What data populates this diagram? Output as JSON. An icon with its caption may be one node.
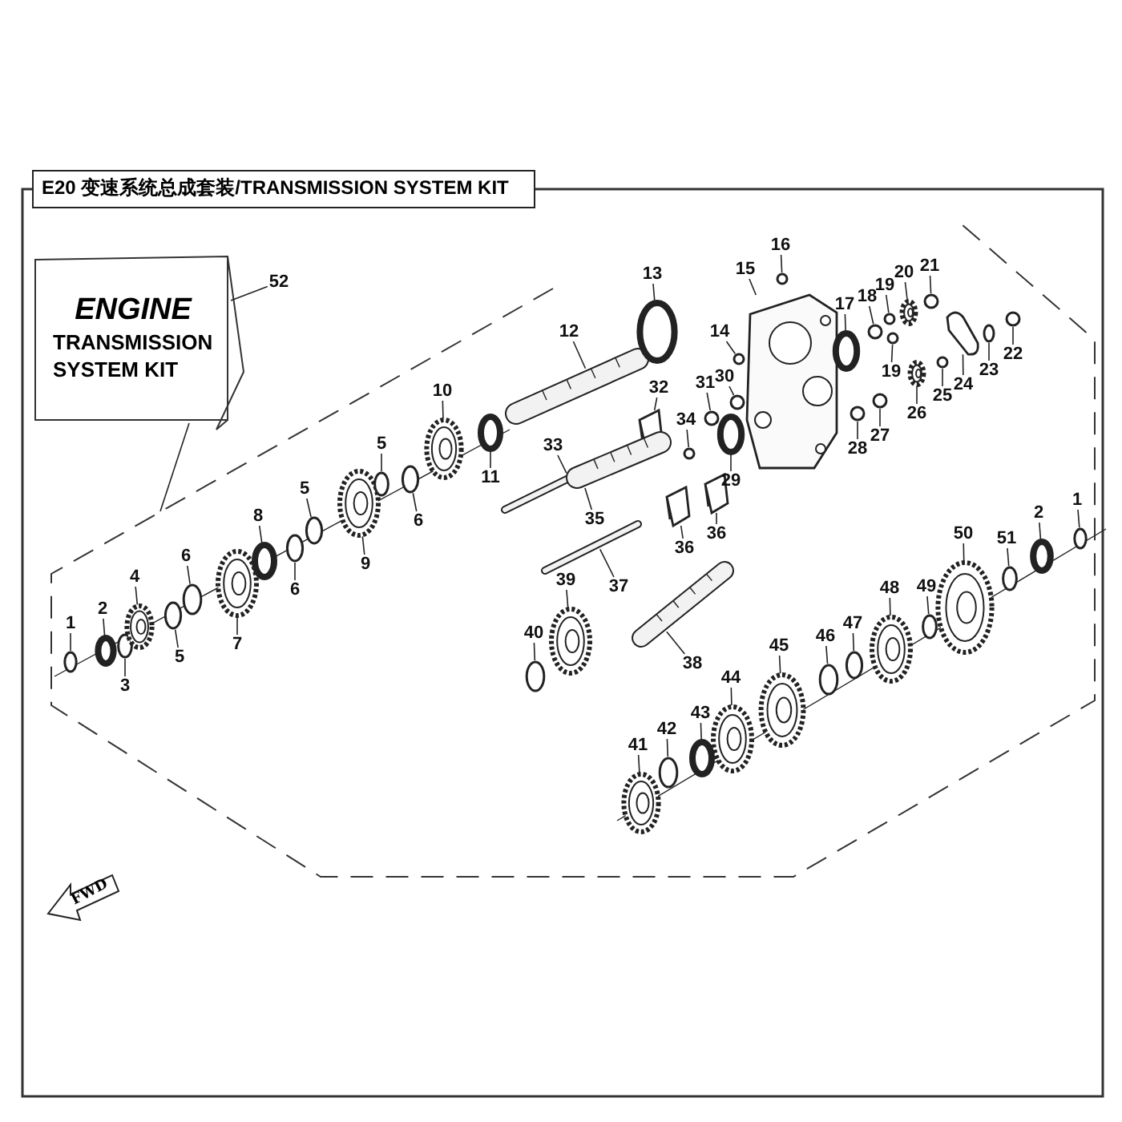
{
  "diagram": {
    "title": "E20 变速系统总成套装/TRANSMISSION SYSTEM KIT",
    "nodes": [
      {
        "text": [
          "ENGINE",
          "TRANSMISSION SYSTEM KIT"
        ]
      },
      {
        "text": [
          "52"
        ]
      },
      {
        "text": [
          "1"
        ]
      },
      {
        "text": [
          "2"
        ]
      },
      {
        "text": [
          "3"
        ]
      },
      {
        "text": [
          "4"
        ]
      },
      {
        "text": [
          "5"
        ]
      },
      {
        "text": [
          "6"
        ]
      },
      {
        "text": [
          "7"
        ]
      },
      {
        "text": [
          "8"
        ]
      },
      {
        "text": [
          "6"
        ]
      },
      {
        "text": [
          "5"
        ]
      },
      {
        "text": [
          "9"
        ]
      },
      {
        "text": [
          "5"
        ]
      },
      {
        "text": [
          "6"
        ]
      },
      {
        "text": [
          "10"
        ]
      },
      {
        "text": [
          "11"
        ]
      },
      {
        "text": [
          "12"
        ]
      },
      {
        "text": [
          "13"
        ]
      },
      {
        "text": [
          "14"
        ]
      },
      {
        "text": [
          "15"
        ]
      },
      {
        "text": [
          "16"
        ]
      },
      {
        "text": [
          "17"
        ]
      },
      {
        "text": [
          "18"
        ]
      },
      {
        "text": [
          "19"
        ]
      },
      {
        "text": [
          "20"
        ]
      },
      {
        "text": [
          "21"
        ]
      },
      {
        "text": [
          "19"
        ]
      },
      {
        "text": [
          "30"
        ]
      },
      {
        "text": [
          "31"
        ]
      },
      {
        "text": [
          "32"
        ]
      },
      {
        "text": [
          "34"
        ]
      },
      {
        "text": [
          "33"
        ]
      },
      {
        "text": [
          "29"
        ]
      },
      {
        "text": [
          "28"
        ]
      },
      {
        "text": [
          "27"
        ]
      },
      {
        "text": [
          "26"
        ]
      },
      {
        "text": [
          "25"
        ]
      },
      {
        "text": [
          "24"
        ]
      },
      {
        "text": [
          "23"
        ]
      },
      {
        "text": [
          "22"
        ]
      },
      {
        "text": [
          "35"
        ]
      },
      {
        "text": [
          "36"
        ]
      },
      {
        "text": [
          "36"
        ]
      },
      {
        "text": [
          "37"
        ]
      },
      {
        "text": [
          "38"
        ]
      },
      {
        "text": [
          "39"
        ]
      },
      {
        "text": [
          "40"
        ]
      },
      {
        "text": [
          "41"
        ]
      },
      {
        "text": [
          "42"
        ]
      },
      {
        "text": [
          "43"
        ]
      },
      {
        "text": [
          "44"
        ]
      },
      {
        "text": [
          "45"
        ]
      },
      {
        "text": [
          "46"
        ]
      },
      {
        "text": [
          "47"
        ]
      },
      {
        "text": [
          "48"
        ]
      },
      {
        "text": [
          "49"
        ]
      },
      {
        "text": [
          "50"
        ]
      },
      {
        "text": [
          "51"
        ]
      },
      {
        "text": [
          "2"
        ]
      },
      {
        "text": [
          "1"
        ]
      },
      {
        "text": [],
        "shape": "circle"
      },
      {
        "text": [],
        "shape": "circle"
      },
      {
        "text": [],
        "shape": "circle"
      },
      {
        "text": [],
        "shape": "picture"
      },
      {
        "text": [],
        "shape": "circle"
      },
      {
        "text": [],
        "shape": "circle"
      },
      {
        "text": [],
        "shape": "picture"
      },
      {
        "text": [],
        "shape": "circle"
      },
      {
        "text": [],
        "shape": "circle"
      },
      {
        "text": [],
        "shape": "circle"
      },
      {
        "text": [],
        "shape": "picture"
      },
      {
        "text": [],
        "shape": "circle"
      },
      {
        "text": [],
        "shape": "circle"
      },
      {
        "text": [],
        "shape": "picture"
      },
      {
        "text": [],
        "shape": "circle"
      },
      {
        "text": [],
        "shape": "picture"
      },
      {
        "text": [],
        "shape": "circle"
      },
      {
        "text": [],
        "shape": "circle"
      },
      {
        "text": [],
        "shape": "picture"
      },
      {
        "text": [],
        "shape": "circle"
      },
      {
        "text": [],
        "shape": "circle"
      },
      {
        "text": [],
        "shape": "circle"
      },
      {
        "text": [],
        "shape": "circle"
      },
      {
        "text": [],
        "shape": "picture"
      },
      {
        "text": [],
        "shape": "circle"
      },
      {
        "text": [],
        "shape": "circle"
      },
      {
        "text": [],
        "shape": "circle"
      },
      {
        "text": [],
        "shape": "circle"
      },
      {
        "text": [],
        "shape": "picture"
      },
      {
        "text": [],
        "shape": "circle"
      },
      {
        "text": [],
        "shape": "bar"
      },
      {
        "text": [],
        "shape": "circle"
      },
      {
        "text": [],
        "shape": "circle"
      },
      {
        "text": [],
        "shape": "circle"
      },
      {
        "text": [],
        "shape": "picture"
      },
      {
        "text": [],
        "shape": "circle"
      },
      {
        "text": [],
        "shape": "picture"
      },
      {
        "text": [],
        "shape": "circle"
      },
      {
        "text": [],
        "shape": "circle"
      },
      {
        "text": [],
        "shape": "picture"
      },
      {
        "text": [],
        "shape": "picture"
      },
      {
        "text": [],
        "shape": "picture"
      },
      {
        "text": [],
        "shape": "bar"
      },
      {
        "text": [],
        "shape": "picture"
      },
      {
        "text": [],
        "shape": "picture"
      },
      {
        "text": [],
        "shape": "circle"
      },
      {
        "text": [],
        "shape": "picture"
      },
      {
        "text": [],
        "shape": "circle"
      },
      {
        "text": [],
        "shape": "circle"
      },
      {
        "text": [],
        "shape": "picture"
      },
      {
        "text": [],
        "shape": "picture"
      },
      {
        "text": [],
        "shape": "circle"
      },
      {
        "text": [],
        "shape": "circle"
      },
      {
        "text": [],
        "shape": "picture"
      },
      {
        "text": [],
        "shape": "circle"
      },
      {
        "text": [],
        "shape": "picture"
      },
      {
        "text": [],
        "shape": "circle"
      },
      {
        "text": [],
        "shape": "circle"
      },
      {
        "text": [],
        "shape": "circle"
      }
    ],
    "edges": [
      {
        "from": 1,
        "to": 0,
        "arrow": "none"
      },
      {
        "from": 0,
        "to": null,
        "arrow": "none"
      },
      {
        "from": 2,
        "to": 61,
        "arrow": "none"
      },
      {
        "from": 3,
        "to": 62,
        "arrow": "none"
      },
      {
        "from": 4,
        "to": 63,
        "arrow": "none"
      },
      {
        "from": 5,
        "to": 64,
        "arrow": "none"
      },
      {
        "from": 6,
        "to": 65,
        "arrow": "none"
      },
      {
        "from": 7,
        "to": 66,
        "arrow": "none"
      },
      {
        "from": 8,
        "to": 67,
        "arrow": "none"
      },
      {
        "from": 9,
        "to": 68,
        "arrow": "none"
      },
      {
        "from": 10,
        "to": 69,
        "arrow": "none"
      },
      {
        "from": 11,
        "to": 70,
        "arrow": "none"
      },
      {
        "from": 12,
        "to": 71,
        "arrow": "none"
      },
      {
        "from": 13,
        "to": 72,
        "arrow": "none"
      },
      {
        "from": 14,
        "to": 73,
        "arrow": "none"
      },
      {
        "from": 15,
        "to": 74,
        "arrow": "none"
      },
      {
        "from": 16,
        "to": 75,
        "arrow": "none"
      },
      {
        "from": 17,
        "to": 76,
        "arrow": "none"
      },
      {
        "from": 18,
        "to": 77,
        "arrow": "none"
      },
      {
        "from": 19,
        "to": 78,
        "arrow": "none"
      },
      {
        "from": 20,
        "to": 79,
        "arrow": "none"
      },
      {
        "from": 21,
        "to": 80,
        "arrow": "none"
      },
      {
        "from": 22,
        "to": 81,
        "arrow": "none"
      },
      {
        "from": 23,
        "to": 82,
        "arrow": "none"
      },
      {
        "from": 24,
        "to": 83,
        "arrow": "none"
      },
      {
        "from": 25,
        "to": 84,
        "arrow": "none"
      },
      {
        "from": 26,
        "to": 85,
        "arrow": "none"
      },
      {
        "from": 27,
        "to": 86,
        "arrow": "none"
      },
      {
        "from": 28,
        "to": 87,
        "arrow": "none"
      },
      {
        "from": 29,
        "to": 88,
        "arrow": "none"
      },
      {
        "from": 30,
        "to": 89,
        "arrow": "none"
      },
      {
        "from": 31,
        "to": 90,
        "arrow": "none"
      },
      {
        "from": 32,
        "to": 91,
        "arrow": "none"
      },
      {
        "from": 33,
        "to": 92,
        "arrow": "none"
      },
      {
        "from": 34,
        "to": 93,
        "arrow": "none"
      },
      {
        "from": 35,
        "to": 94,
        "arrow": "none"
      },
      {
        "from": 36,
        "to": 95,
        "arrow": "none"
      },
      {
        "from": 37,
        "to": 96,
        "arrow": "none"
      },
      {
        "from": 38,
        "to": 97,
        "arrow": "none"
      },
      {
        "from": 39,
        "to": 98,
        "arrow": "none"
      },
      {
        "from": 40,
        "to": 99,
        "arrow": "none"
      },
      {
        "from": 41,
        "to": 100,
        "arrow": "none"
      },
      {
        "from": 42,
        "to": 101,
        "arrow": "none"
      },
      {
        "from": 43,
        "to": 102,
        "arrow": "none"
      },
      {
        "from": 44,
        "to": 103,
        "arrow": "none"
      },
      {
        "from": 45,
        "to": 104,
        "arrow": "none"
      },
      {
        "from": 46,
        "to": 105,
        "arrow": "none"
      },
      {
        "from": 47,
        "to": 106,
        "arrow": "none"
      },
      {
        "from": 48,
        "to": 107,
        "arrow": "none"
      },
      {
        "from": 49,
        "to": 108,
        "arrow": "none"
      },
      {
        "from": 50,
        "to": 109,
        "arrow": "none"
      },
      {
        "from": 51,
        "to": 110,
        "arrow": "none"
      },
      {
        "from": 52,
        "to": 111,
        "arrow": "none"
      },
      {
        "from": 53,
        "to": 112,
        "arrow": "none"
      },
      {
        "from": 54,
        "to": 113,
        "arrow": "none"
      },
      {
        "from": 55,
        "to": 114,
        "arrow": "none"
      },
      {
        "from": 56,
        "to": 115,
        "arrow": "none"
      },
      {
        "from": 57,
        "to": 116,
        "arrow": "none"
      },
      {
        "from": 58,
        "to": 117,
        "arrow": "none"
      },
      {
        "from": 59,
        "to": 118,
        "arrow": "none"
      },
      {
        "from": 60,
        "to": 119,
        "arrow": "none"
      }
    ],
    "labels": [
      "FWD"
    ]
  }
}
